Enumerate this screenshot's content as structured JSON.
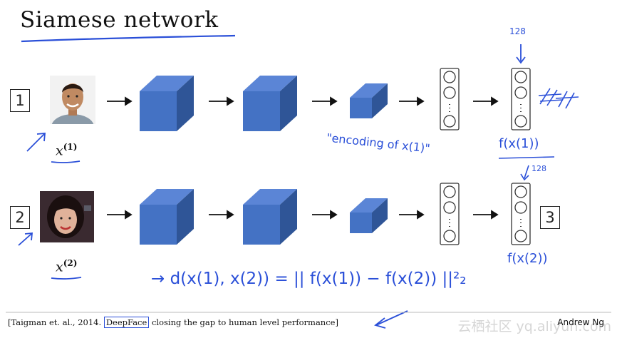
{
  "slide": {
    "title": "Siamese network",
    "citation_prefix": "[Taigman et. al., 2014.",
    "citation_highlight": "DeepFace",
    "citation_suffix": "closing the gap to human level performance]",
    "author": "Andrew Ng",
    "watermark": "云栖社区 yq.aliyun.com"
  },
  "rows": [
    {
      "input_index": "1",
      "input_label_base": "x",
      "input_label_sup": "(1)"
    },
    {
      "input_index": "2",
      "input_label_base": "x",
      "input_label_sup": "(2)"
    }
  ],
  "output_box": "3",
  "annotations": {
    "size_top": "128",
    "size_bottom": "128",
    "encoding": "\"encoding of x(1)\"",
    "f_x1": "f(x(1))",
    "f_x2": "f(x(2))",
    "distance_eq": "→ d(x(1), x(2)) = || f(x(1)) − f(x(2)) ||²₂"
  },
  "colors": {
    "cube_front": "#4472c4",
    "cube_top": "#5b85d6",
    "cube_side": "#2f5597",
    "ink": "#2a4fd8"
  }
}
